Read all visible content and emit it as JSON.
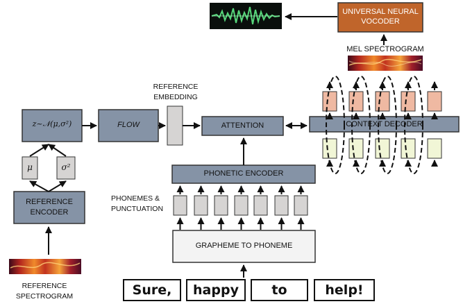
{
  "diagram": {
    "vocoder_label": "UNIVERSAL NEURAL VOCODER",
    "mel_spectrogram_label": "MEL SPECTROGRAM",
    "reference_embedding_label": "REFERENCE EMBEDDING",
    "latent_label": "z~𝒩(μ,σ²)",
    "flow_label": "FLOW",
    "attention_label": "ATTENTION",
    "context_decoder_label": "CONTEXT DECODER",
    "mu_label": "μ",
    "sigma_label": "σ²",
    "phonetic_encoder_label": "PHONETIC ENCODER",
    "phonemes_label": "PHONEMES & PUNCTUATION",
    "reference_encoder_label": "REFERENCE ENCODER",
    "g2p_label": "GRAPHEME TO PHONEME",
    "reference_spectrogram_label": "REFERENCE SPECTROGRAM",
    "input_words": [
      "Sure,",
      "happy",
      "to",
      "help!"
    ],
    "colors": {
      "block": "#8593a6",
      "vocoder": "#c0652b",
      "decoder_output": "#efb9a2",
      "decoder_input": "#f1f6d6",
      "neutral": "#d6d4d3",
      "g2p": "#f3f3f3"
    }
  }
}
